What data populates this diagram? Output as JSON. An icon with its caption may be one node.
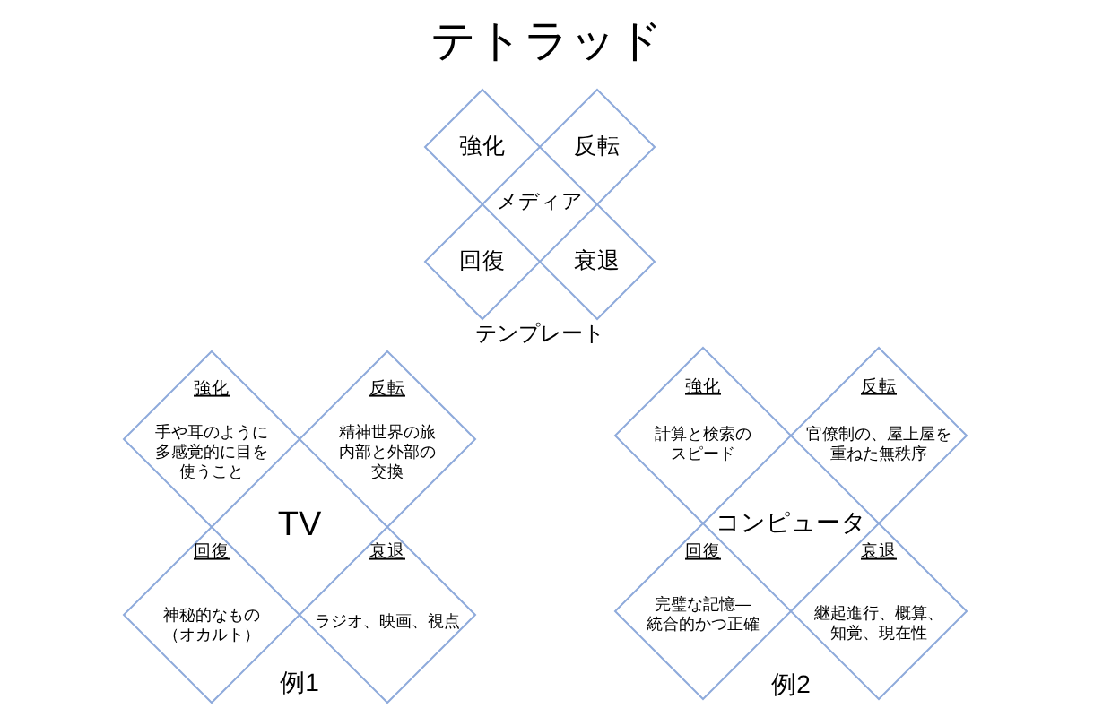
{
  "diagram": {
    "title": "テトラッド",
    "nodes": [
      {
        "text": [
          "強化"
        ]
      },
      {
        "text": [
          "反転"
        ]
      },
      {
        "text": [
          "回復"
        ]
      },
      {
        "text": [
          "衰退"
        ]
      },
      {
        "text": [
          "強化",
          "手や耳のように多感覚的に目を使うこと"
        ]
      },
      {
        "text": [
          "反転",
          "精神世界の旅内部と外部の交換"
        ]
      },
      {
        "text": [
          "回復",
          "神秘的なもの（オカルト）"
        ]
      },
      {
        "text": [
          "衰退",
          "ラジオ、映画、視点"
        ]
      },
      {
        "text": [
          "強化",
          "計算と検索のスピード"
        ]
      },
      {
        "text": [
          "反転",
          "官僚制の、屋上屋を重ねた無秩序"
        ]
      },
      {
        "text": [
          "回復",
          "完璧な記憶―統合的かつ正確"
        ]
      },
      {
        "text": [
          "衰退",
          "継起進行、概算、知覚、現在性"
        ]
      }
    ],
    "labels": [
      "メディア",
      "テンプレート",
      "TV",
      "例1",
      "コンピュータ",
      "例2"
    ]
  }
}
